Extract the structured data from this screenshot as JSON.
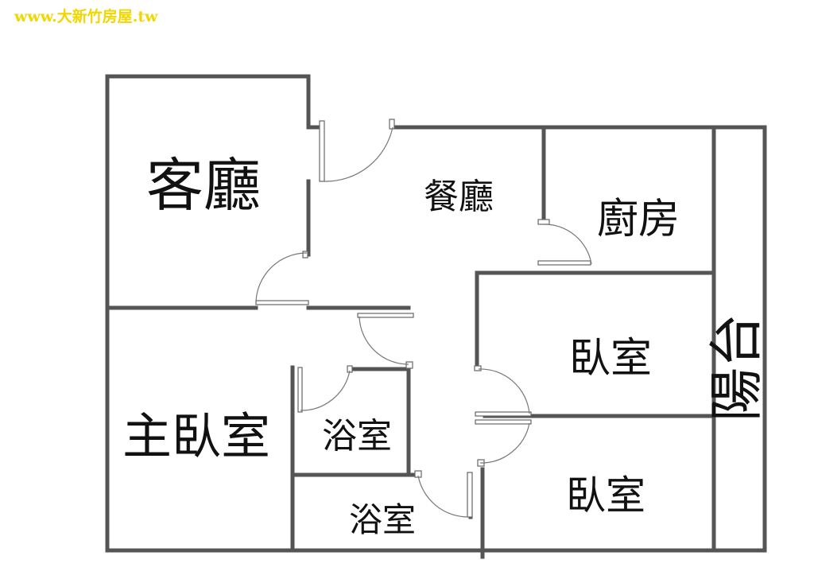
{
  "watermark": {
    "text": "www.大新竹房屋.tw",
    "color": "#f2d600"
  },
  "rooms": {
    "living_room": "客廳",
    "dining_room": "餐廳",
    "kitchen": "廚房",
    "bedroom_1": "臥室",
    "bedroom_2": "臥室",
    "master_bedroom": "主臥室",
    "bathroom_1": "浴室",
    "bathroom_2": "浴室",
    "balcony": "陽台"
  },
  "colors": {
    "wall": "#555555",
    "background": "#ffffff",
    "text": "#111111"
  }
}
